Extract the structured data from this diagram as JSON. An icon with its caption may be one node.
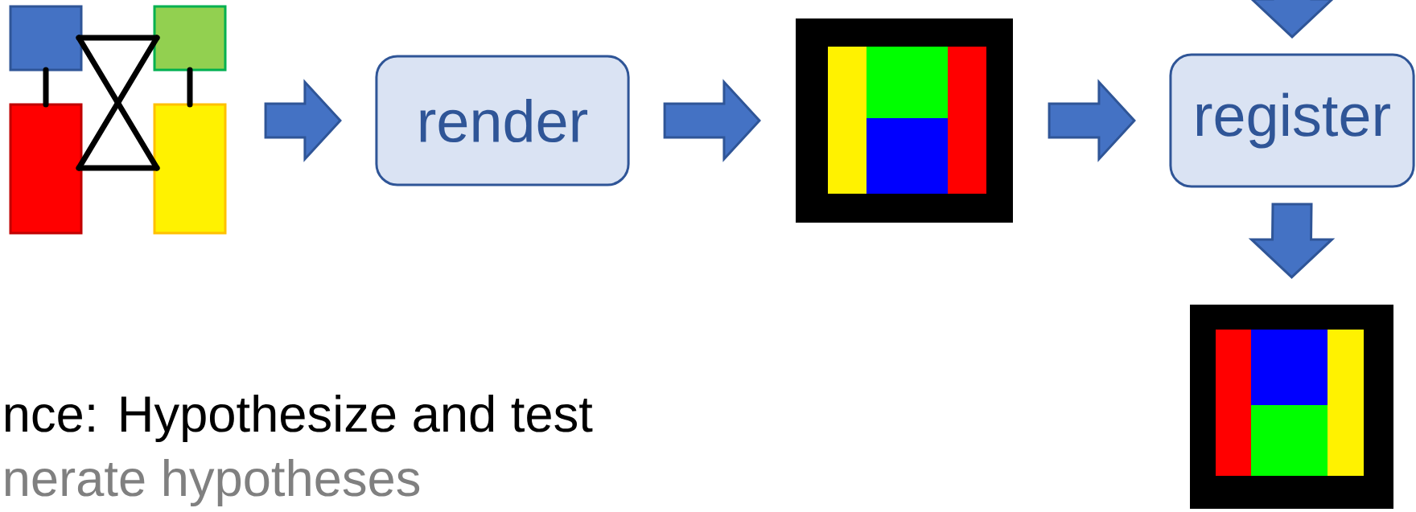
{
  "diagram": {
    "nodes": [
      {
        "text": [],
        "shape": "picture"
      },
      {
        "text": [
          "render"
        ]
      },
      {
        "text": [],
        "shape": "picture"
      },
      {
        "text": [
          "register"
        ]
      },
      {
        "text": [],
        "shape": "picture"
      }
    ],
    "edges": [
      {
        "from": 0,
        "to": 1,
        "arrow": "to"
      },
      {
        "from": 1,
        "to": 2,
        "arrow": "to"
      },
      {
        "from": 2,
        "to": 3,
        "arrow": "to"
      },
      {
        "from": null,
        "to": 3,
        "arrow": "to"
      },
      {
        "from": 3,
        "to": 4,
        "arrow": "to"
      }
    ],
    "labels": [
      "nce: Hypothesize and test",
      "nerate hypotheses"
    ]
  }
}
